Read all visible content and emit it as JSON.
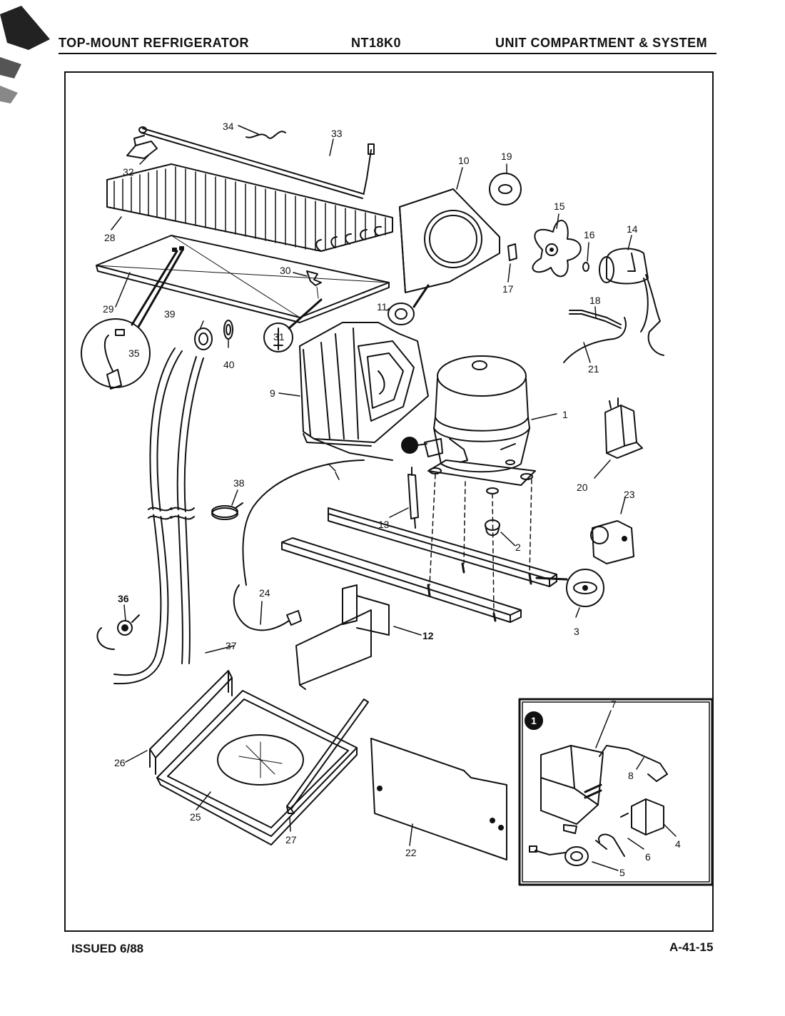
{
  "header": {
    "left": "TOP-MOUNT REFRIGERATOR",
    "model": "NT18K0",
    "right": "UNIT COMPARTMENT & SYSTEM"
  },
  "footer": {
    "issued": "ISSUED 6/88",
    "page": "A-41-15"
  },
  "callouts": [
    "1",
    "2",
    "3",
    "4",
    "5",
    "6",
    "7",
    "8",
    "9",
    "10",
    "11",
    "12",
    "13",
    "14",
    "15",
    "16",
    "17",
    "18",
    "19",
    "20",
    "21",
    "22",
    "23",
    "24",
    "25",
    "26",
    "27",
    "28",
    "29",
    "30",
    "31",
    "32",
    "33",
    "34",
    "35",
    "36",
    "37",
    "38",
    "39",
    "40"
  ],
  "inset_badge": "1"
}
